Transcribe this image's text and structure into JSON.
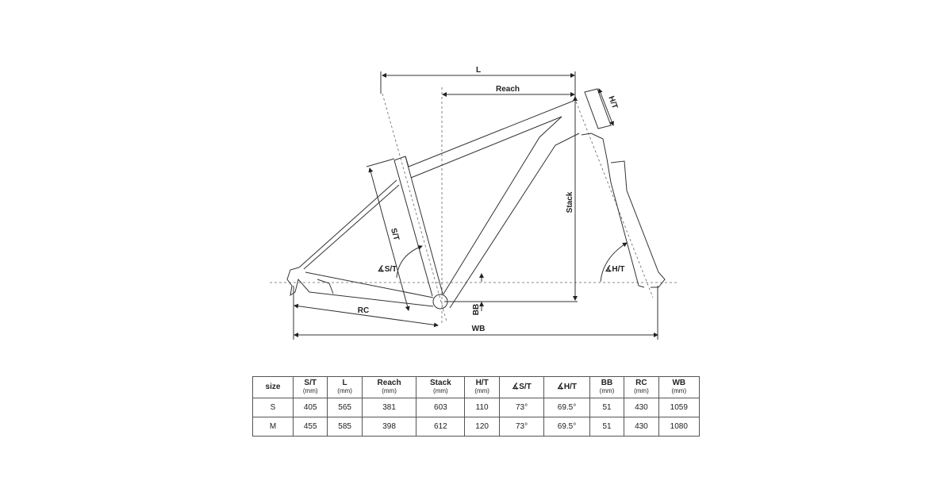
{
  "diagram_labels": {
    "L": "L",
    "reach": "Reach",
    "ht": "H/T",
    "stack": "Stack",
    "st": "S/T",
    "st_angle": "∡S/T",
    "ht_angle": "∡H/T",
    "bb": "BB",
    "rc": "RC",
    "wb": "WB"
  },
  "table": {
    "headers": [
      {
        "label": "size",
        "unit": ""
      },
      {
        "label": "S/T",
        "unit": "(mm)"
      },
      {
        "label": "L",
        "unit": "(mm)"
      },
      {
        "label": "Reach",
        "unit": "(mm)"
      },
      {
        "label": "Stack",
        "unit": "(mm)"
      },
      {
        "label": "H/T",
        "unit": "(mm)"
      },
      {
        "label": "∡S/T",
        "unit": ""
      },
      {
        "label": "∡H/T",
        "unit": ""
      },
      {
        "label": "BB",
        "unit": "(mm)"
      },
      {
        "label": "RC",
        "unit": "(mm)"
      },
      {
        "label": "WB",
        "unit": "(mm)"
      }
    ],
    "rows": [
      [
        "S",
        "405",
        "565",
        "381",
        "603",
        "110",
        "73°",
        "69.5°",
        "51",
        "430",
        "1059"
      ],
      [
        "M",
        "455",
        "585",
        "398",
        "612",
        "120",
        "73°",
        "69.5°",
        "51",
        "430",
        "1080"
      ]
    ]
  }
}
